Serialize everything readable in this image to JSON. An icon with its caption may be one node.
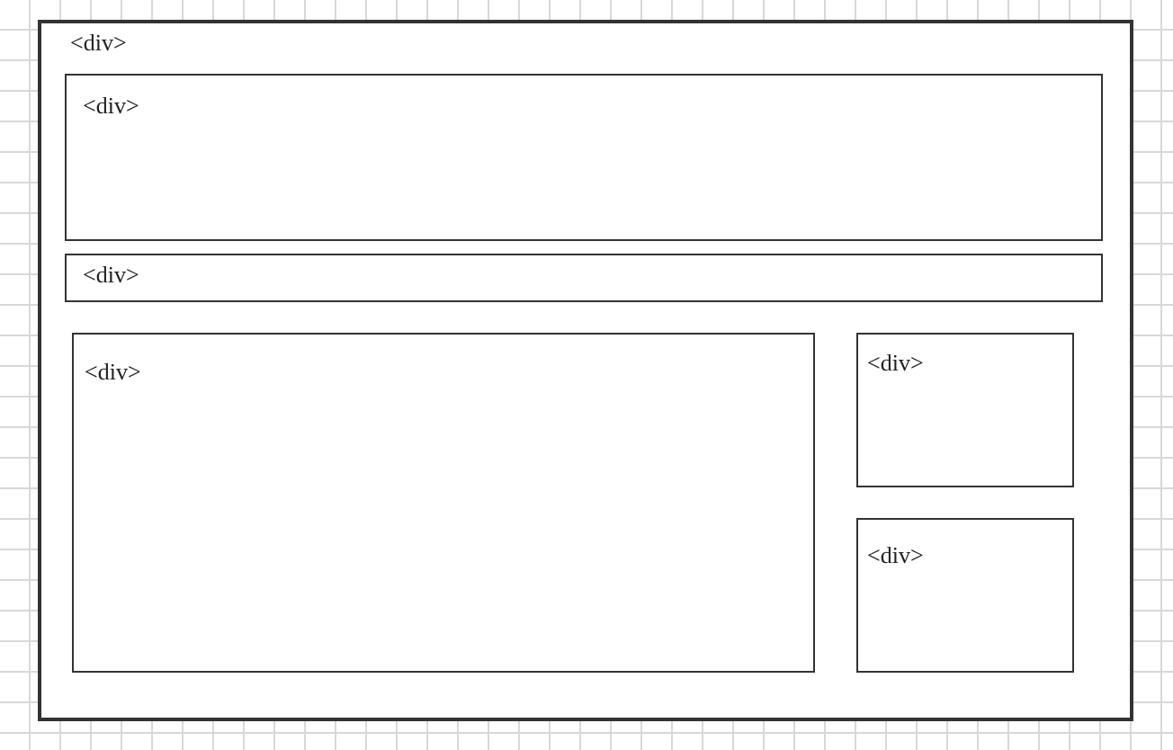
{
  "diagram": {
    "nodes": [
      {
        "text": [
          "<div>"
        ]
      },
      {
        "text": [
          "<div>"
        ],
        "in": 0
      },
      {
        "text": [
          "<div>"
        ],
        "in": 0
      },
      {
        "text": [
          "<div>"
        ],
        "in": 0
      },
      {
        "text": [
          "<div>"
        ],
        "in": 0
      },
      {
        "text": [
          "<div>"
        ],
        "in": 0
      }
    ]
  }
}
